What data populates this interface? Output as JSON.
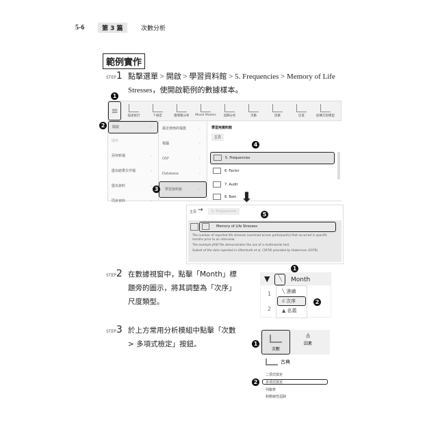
{
  "header": {
    "page_number": "5-6",
    "part": "第 3 篇",
    "chapter": "次數分析"
  },
  "section_title": "範例實作",
  "steps": [
    {
      "label": "STEP",
      "num": "1",
      "lines": [
        "點擊選單 > 開啟 > 學習資料館 > 5. Frequencies > Memory of Life",
        "Stresses，使開啟範例的數據樣本。"
      ]
    },
    {
      "label": "STEP",
      "num": "2",
      "lines": [
        "在數據視窗中，點擊「Month」標",
        "題旁的圖示，將其調整為「次序」",
        "尺度類型。"
      ]
    },
    {
      "label": "STEP",
      "num": "3",
      "lines": [
        "於上方常用分析模組中點擊「次數",
        "> 多項式檢定」按鈕。"
      ]
    }
  ],
  "callouts": [
    "1",
    "2",
    "3",
    "4",
    "5"
  ],
  "shot1": {
    "toolbar": [
      "描述統計",
      "T-檢定",
      "變異數分析",
      "Mixed Models",
      "迴歸分析",
      "次數",
      "因素",
      "信度",
      "結構方程模型"
    ],
    "menu": [
      "開啟",
      "儲存",
      "另存新檔",
      "匯出結果文件檔",
      "匯出資料",
      "同步資料"
    ],
    "sources": [
      "最近使用的檔案",
      "電腦",
      "OSF",
      "Database",
      "學習資料館"
    ],
    "library_title": "學習用資料館",
    "library_btn": "主頁",
    "folders": [
      "5. Frequencies",
      "6. Factor",
      "7. Audit",
      "8. Bain"
    ]
  },
  "shot2": {
    "breadcrumb": [
      "主頁",
      "5. Frequencies"
    ],
    "file": "Memory of Life Stresses",
    "desc": [
      "The number of reported life stresses (summed across participants) that occurred in specific months prior to an interview.",
      "The example JASP file demonstrates the use of a multinomial test.",
      "Subset of the data reported in Uhlenhuth et al. (1974) provided by Haberman (1978)."
    ]
  },
  "shot3": {
    "column": "Month",
    "rows": [
      "1",
      "2"
    ],
    "options": [
      "連續",
      "次序",
      "名義"
    ]
  },
  "shot4": {
    "buttons": [
      "次數",
      "因素"
    ],
    "group": "古典",
    "items": [
      "二項式檢定",
      "多項式檢定",
      "列聯表",
      "對數線性迴歸"
    ]
  }
}
